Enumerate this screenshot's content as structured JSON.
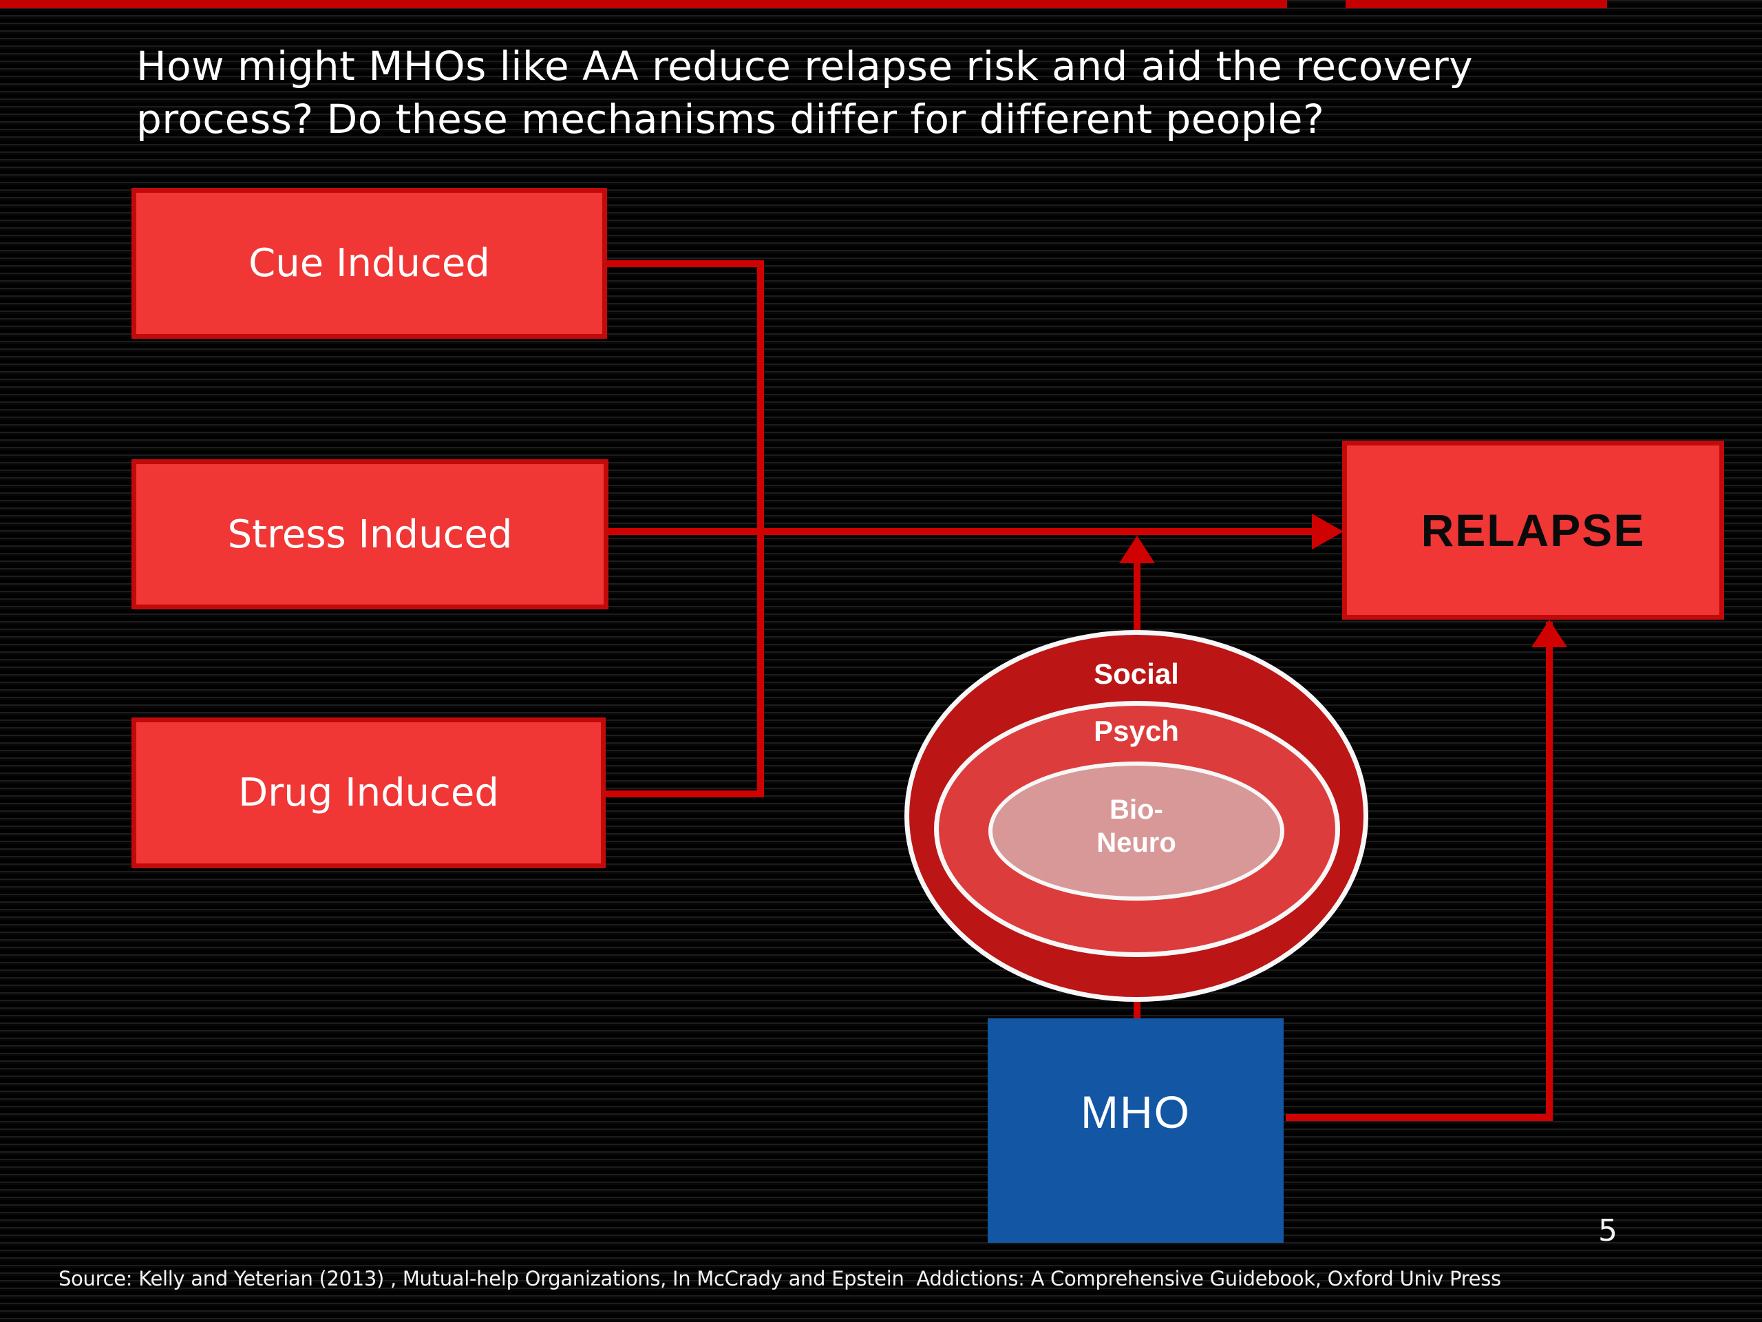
{
  "slide": {
    "title": {
      "line1": "How might MHOs like AA reduce relapse risk and aid the recovery",
      "line2": "process? Do these mechanisms differ for different people?"
    },
    "page_number": "5",
    "source_text": "Source: Kelly and Yeterian (2013) , Mutual-help Organizations, In McCrady and Epstein  Addictions: A Comprehensive Guidebook, Oxford Univ Press"
  },
  "diagram": {
    "trigger_boxes": [
      {
        "id": "cue",
        "label": "Cue Induced"
      },
      {
        "id": "stress",
        "label": "Stress Induced"
      },
      {
        "id": "drug",
        "label": "Drug Induced"
      }
    ],
    "relapse_box": {
      "label": "RELAPSE"
    },
    "mho_box": {
      "label": "MHO"
    },
    "mechanism_ellipses": {
      "outer": {
        "label": "Social",
        "fill": "#bb1515"
      },
      "middle": {
        "label": "Psych",
        "fill": "#dd3c3c"
      },
      "inner": {
        "label_line1": "Bio-",
        "label_line2": "Neuro",
        "fill": "#d89898"
      }
    },
    "colors": {
      "box_fill": "#f13636",
      "box_border": "#c30a0a",
      "arrow": "#cf0101",
      "mho_fill": "#1256a4",
      "top_bar": "#c40000",
      "relapse_text": "#0a0a0a"
    }
  }
}
